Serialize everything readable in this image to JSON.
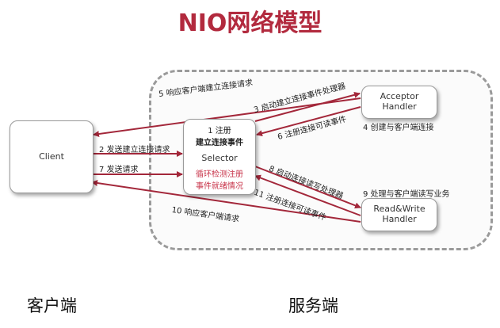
{
  "title": "NIO网络模型",
  "client": {
    "label": "Client"
  },
  "selector": {
    "line1": "1 注册",
    "line2": "建立连接事件",
    "name": "Selector",
    "note1": "循环检测注册",
    "note2": "事件就绪情况"
  },
  "acceptor": {
    "line1": "Acceptor",
    "line2": "Handler"
  },
  "readwrite": {
    "line1": "Read&Write",
    "line2": "Handler"
  },
  "labels": {
    "step2": "2 发送建立连接请求",
    "step3": "3 启动建立连接事件处理器",
    "step4": "4 创建与客户端连接",
    "step5": "5 响应客户端建立连接请求",
    "step6": "6 注册连接可读事件",
    "step7": "7 发送请求",
    "step8": "8 启动连接读写处理器",
    "step9": "9 处理与客户端读写业务",
    "step10": "10 响应客户端请求",
    "step11": "11 注册连接可读事件"
  },
  "regions": {
    "client_side": "客户端",
    "server_side": "服务端"
  },
  "colors": {
    "title": "#b22a3e",
    "note": "#c8344a",
    "arrow": "#a3273a",
    "border": "#9a9a9a"
  }
}
